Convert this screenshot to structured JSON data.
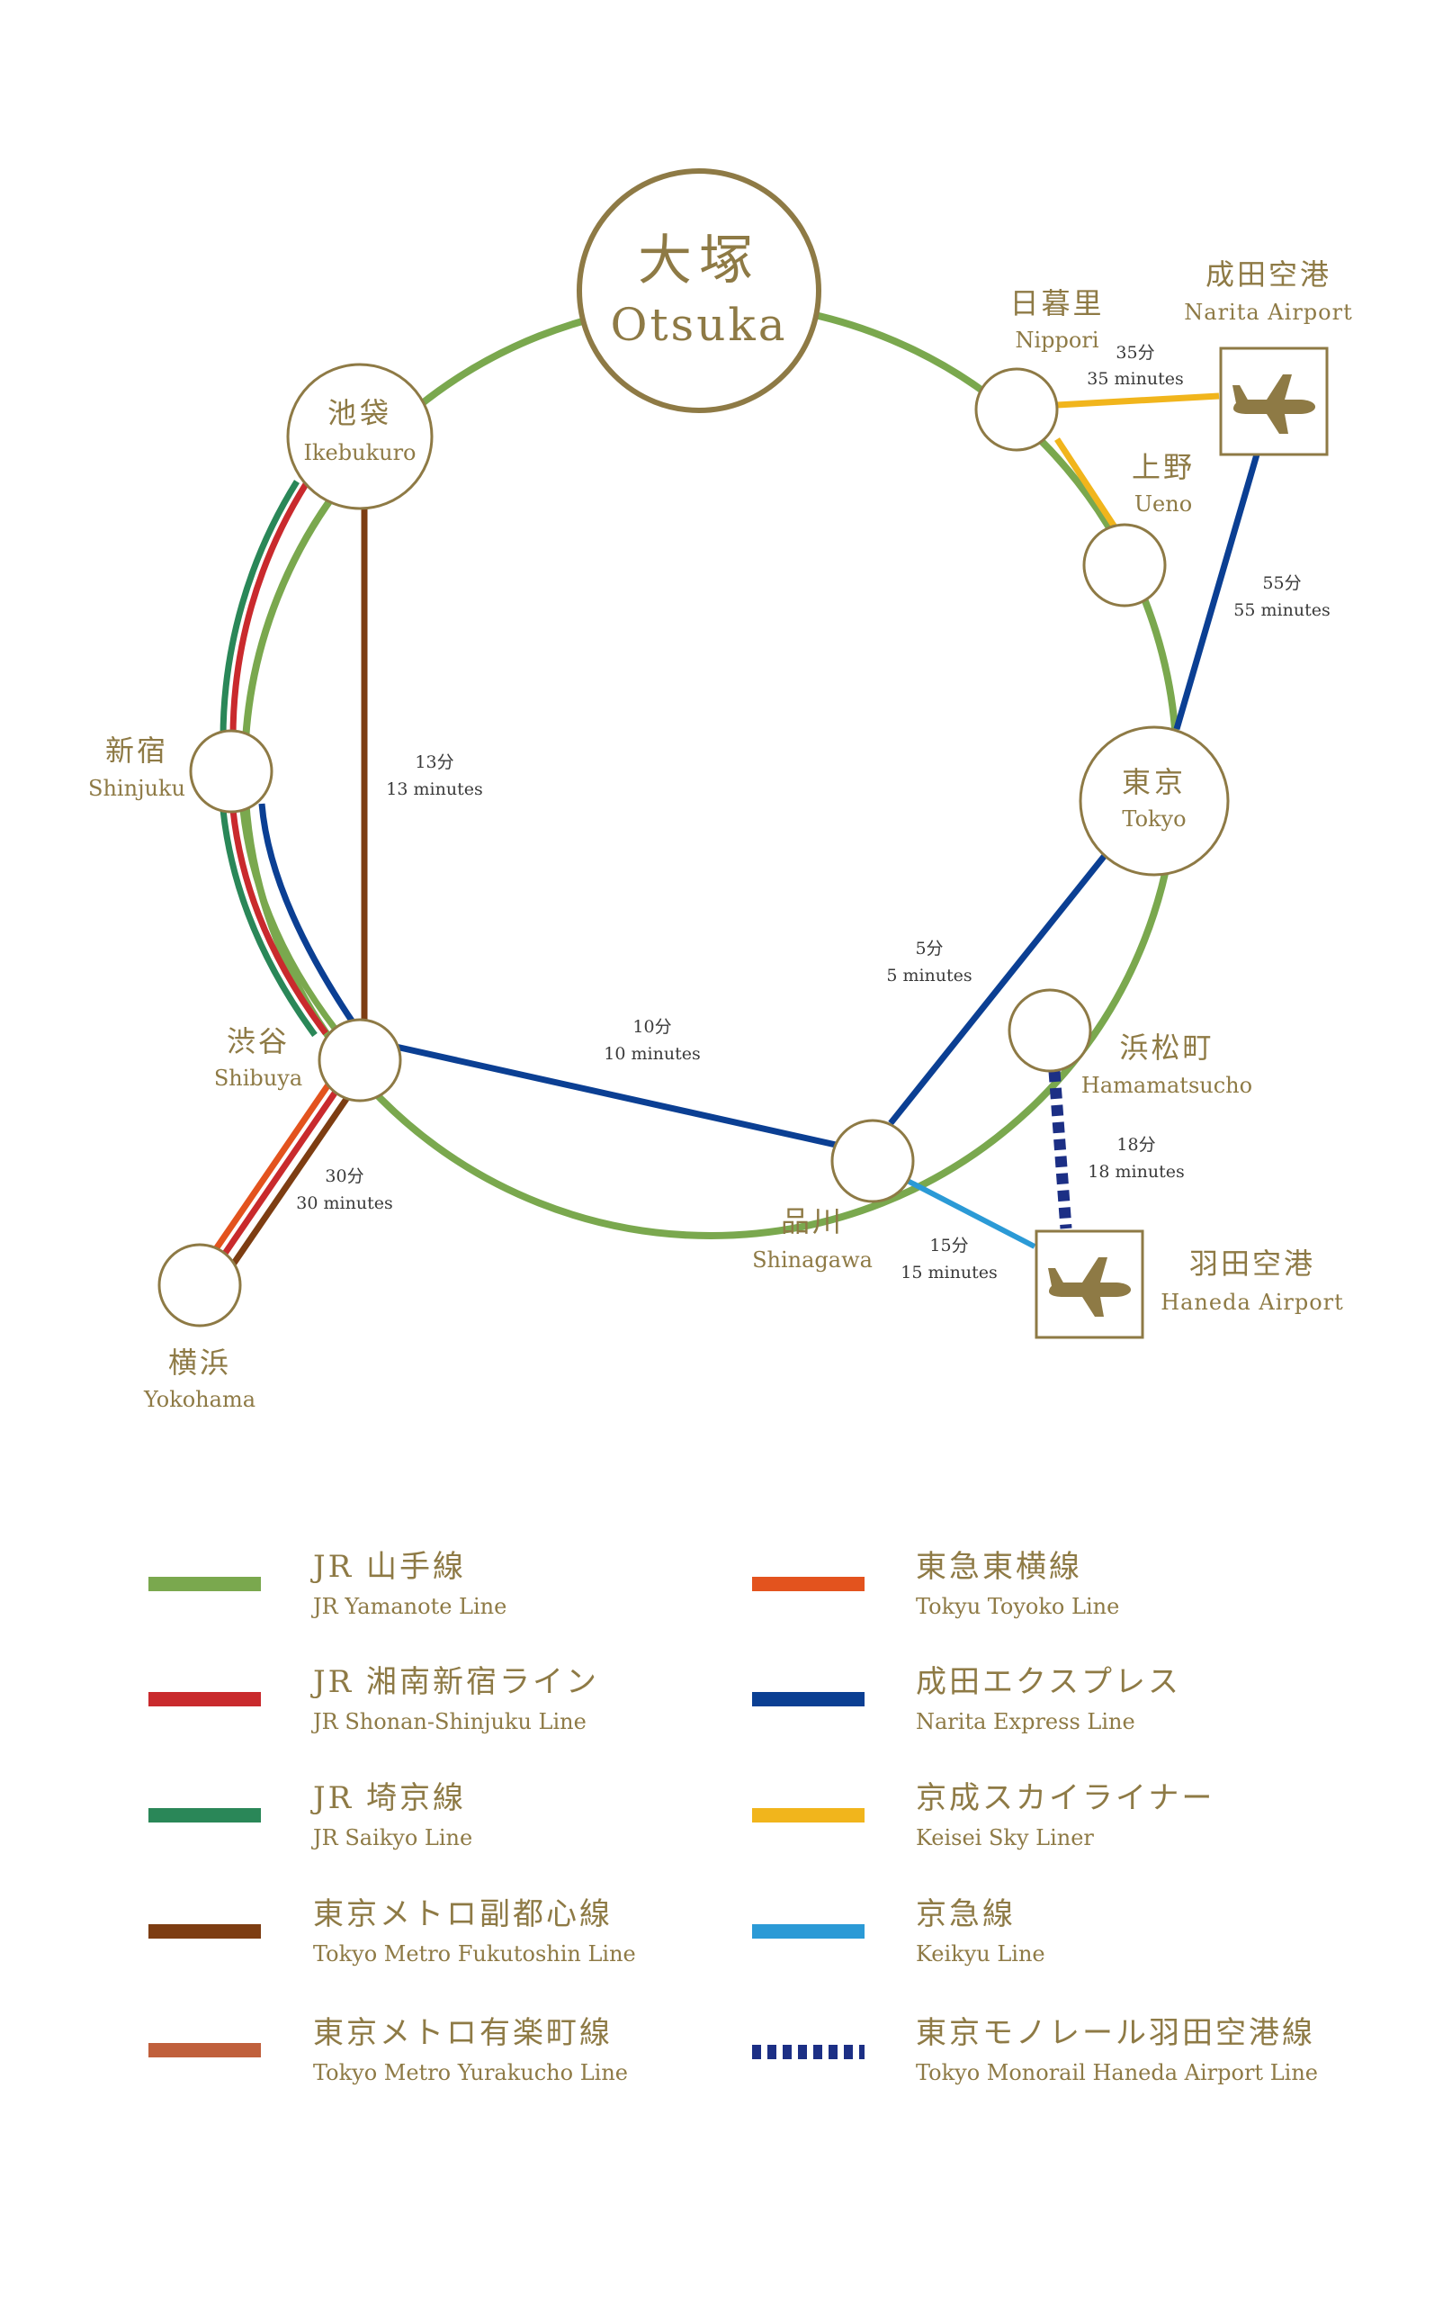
{
  "colors": {
    "gold": "#8e7a45",
    "yamanote": "#7aa84e",
    "shonan": "#c92a2d",
    "saikyo": "#2a8758",
    "fukutoshin": "#7d3d12",
    "yurakucho": "#c0603c",
    "toyoko": "#e3531e",
    "nex": "#0b3f93",
    "skyliner": "#f1b51c",
    "keikyu": "#2b9ad6",
    "monorail": "#1c2f85"
  },
  "stations": {
    "otsuka": {
      "jp": "大塚",
      "en": "Otsuka"
    },
    "ikebukuro": {
      "jp": "池袋",
      "en": "Ikebukuro"
    },
    "nippori": {
      "jp": "日暮里",
      "en": "Nippori"
    },
    "ueno": {
      "jp": "上野",
      "en": "Ueno"
    },
    "shinjuku": {
      "jp": "新宿",
      "en": "Shinjuku"
    },
    "tokyo": {
      "jp": "東京",
      "en": "Tokyo"
    },
    "shibuya": {
      "jp": "渋谷",
      "en": "Shibuya"
    },
    "hamamatsucho": {
      "jp": "浜松町",
      "en": "Hamamatsucho"
    },
    "shinagawa": {
      "jp": "品川",
      "en": "Shinagawa"
    },
    "yokohama": {
      "jp": "横浜",
      "en": "Yokohama"
    },
    "narita": {
      "jp": "成田空港",
      "en": "Narita Airport"
    },
    "haneda": {
      "jp": "羽田空港",
      "en": "Haneda Airport"
    }
  },
  "times": {
    "nippori_narita": {
      "jp": "35分",
      "en": "35 minutes"
    },
    "tokyo_narita": {
      "jp": "55分",
      "en": "55 minutes"
    },
    "ikebukuro_shibuya": {
      "jp": "13分",
      "en": "13 minutes"
    },
    "tokyo_shinagawa": {
      "jp": "5分",
      "en": "5 minutes"
    },
    "shibuya_shinagawa": {
      "jp": "10分",
      "en": "10 minutes"
    },
    "hamamatsucho_haneda": {
      "jp": "18分",
      "en": "18 minutes"
    },
    "shibuya_yokohama": {
      "jp": "30分",
      "en": "30 minutes"
    },
    "shinagawa_haneda": {
      "jp": "15分",
      "en": "15 minutes"
    }
  },
  "icons": {
    "narita": "airplane-icon",
    "haneda": "airplane-icon"
  },
  "legend": {
    "left": [
      {
        "jp": "JR 山手線",
        "en": "JR Yamanote Line",
        "color": "#7aa84e"
      },
      {
        "jp": "JR 湘南新宿ライン",
        "en": "JR Shonan-Shinjuku Line",
        "color": "#c92a2d"
      },
      {
        "jp": "JR 埼京線",
        "en": "JR Saikyo Line",
        "color": "#2a8758"
      },
      {
        "jp": "東京メトロ副都心線",
        "en": "Tokyo Metro Fukutoshin Line",
        "color": "#7d3d12"
      },
      {
        "jp": "東京メトロ有楽町線",
        "en": "Tokyo Metro Yurakucho Line",
        "color": "#c0603c"
      }
    ],
    "right": [
      {
        "jp": "東急東横線",
        "en": "Tokyu Toyoko Line",
        "color": "#e3531e"
      },
      {
        "jp": "成田エクスプレス",
        "en": "Narita Express Line",
        "color": "#0b3f93"
      },
      {
        "jp": "京成スカイライナー",
        "en": "Keisei Sky Liner",
        "color": "#f1b51c"
      },
      {
        "jp": "京急線",
        "en": "Keikyu Line",
        "color": "#2b9ad6"
      },
      {
        "jp": "東京モノレール羽田空港線",
        "en": "Tokyo Monorail Haneda Airport Line",
        "color": "#1c2f85"
      }
    ]
  }
}
